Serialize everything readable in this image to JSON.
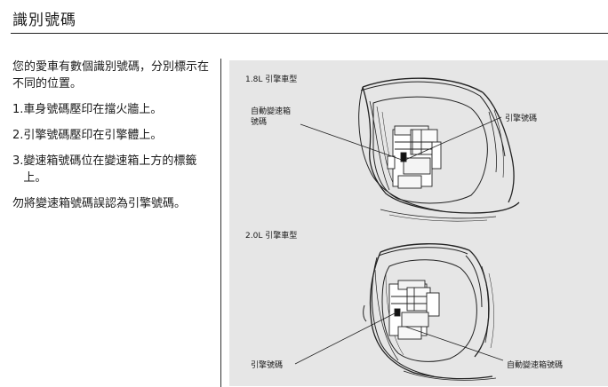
{
  "page": {
    "title": "識別號碼"
  },
  "body": {
    "intro": "您的愛車有數個識別號碼，分別標示在不同的位置。",
    "steps": [
      {
        "num": "1.",
        "text": "車身號碼壓印在擋火牆上。"
      },
      {
        "num": "2.",
        "text": "引擎號碼壓印在引擎體上。"
      },
      {
        "num": "3.",
        "text": "變速箱號碼位在變速箱上方的標籤上。"
      }
    ],
    "note": "勿將變速箱號碼誤認為引擎號碼。"
  },
  "figure": {
    "top": {
      "heading": "1.8L 引擎車型",
      "label_transmission_line1": "自動變速箱",
      "label_transmission_line2": "號碼",
      "label_engine": "引擎號碼"
    },
    "bottom": {
      "heading": "2.0L 引擎車型",
      "label_engine": "引擎號碼",
      "label_transmission": "自動變速箱號碼"
    }
  }
}
